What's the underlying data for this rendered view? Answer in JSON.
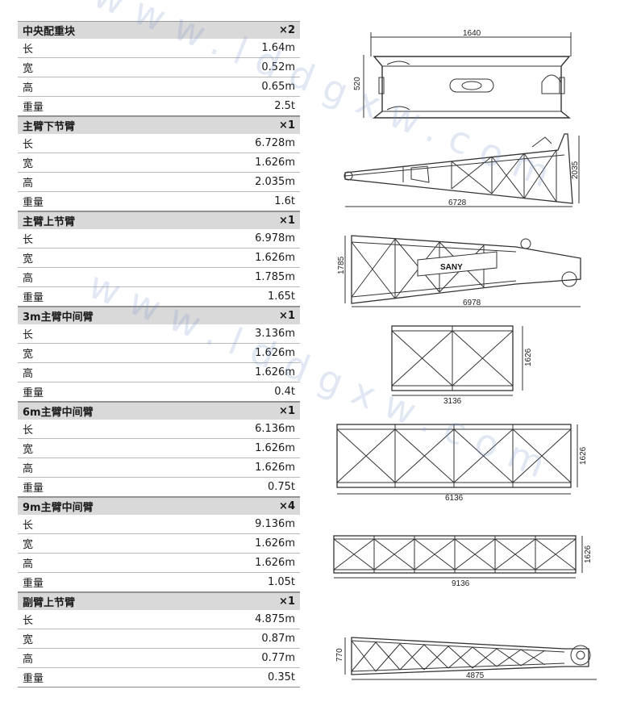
{
  "sections": [
    {
      "title": "中央配重块",
      "qty": "×2",
      "rows": [
        {
          "label": "长",
          "value": "1.64m"
        },
        {
          "label": "宽",
          "value": "0.52m"
        },
        {
          "label": "高",
          "value": "0.65m"
        },
        {
          "label": "重量",
          "value": "2.5t"
        }
      ],
      "dims": {
        "length": "1640",
        "height": "520"
      }
    },
    {
      "title": "主臂下节臂",
      "qty": "×1",
      "rows": [
        {
          "label": "长",
          "value": "6.728m"
        },
        {
          "label": "宽",
          "value": "1.626m"
        },
        {
          "label": "高",
          "value": "2.035m"
        },
        {
          "label": "重量",
          "value": "1.6t"
        }
      ],
      "dims": {
        "length": "6728",
        "height": "2035"
      }
    },
    {
      "title": "主臂上节臂",
      "qty": "×1",
      "rows": [
        {
          "label": "长",
          "value": "6.978m"
        },
        {
          "label": "宽",
          "value": "1.626m"
        },
        {
          "label": "高",
          "value": "1.785m"
        },
        {
          "label": "重量",
          "value": "1.65t"
        }
      ],
      "dims": {
        "length": "6978",
        "height": "1785"
      },
      "logo": "SANY"
    },
    {
      "title": "3m主臂中间臂",
      "qty": "×1",
      "rows": [
        {
          "label": "长",
          "value": "3.136m"
        },
        {
          "label": "宽",
          "value": "1.626m"
        },
        {
          "label": "高",
          "value": "1.626m"
        },
        {
          "label": "重量",
          "value": "0.4t"
        }
      ],
      "dims": {
        "length": "3136",
        "height": "1626"
      }
    },
    {
      "title": "6m主臂中间臂",
      "qty": "×1",
      "rows": [
        {
          "label": "长",
          "value": "6.136m"
        },
        {
          "label": "宽",
          "value": "1.626m"
        },
        {
          "label": "高",
          "value": "1.626m"
        },
        {
          "label": "重量",
          "value": "0.75t"
        }
      ],
      "dims": {
        "length": "6136",
        "height": "1626"
      }
    },
    {
      "title": "9m主臂中间臂",
      "qty": "×4",
      "rows": [
        {
          "label": "长",
          "value": "9.136m"
        },
        {
          "label": "宽",
          "value": "1.626m"
        },
        {
          "label": "高",
          "value": "1.626m"
        },
        {
          "label": "重量",
          "value": "1.05t"
        }
      ],
      "dims": {
        "length": "9136",
        "height": "1626"
      }
    },
    {
      "title": "副臂上节臂",
      "qty": "×1",
      "rows": [
        {
          "label": "长",
          "value": "4.875m"
        },
        {
          "label": "宽",
          "value": "0.87m"
        },
        {
          "label": "高",
          "value": "0.77m"
        },
        {
          "label": "重量",
          "value": "0.35t"
        }
      ],
      "dims": {
        "length": "4875",
        "height": "770"
      }
    }
  ],
  "watermark": "www.lddgxw.com",
  "colors": {
    "header_bg": "#d9d9d9",
    "line": "#333333",
    "watermark": "#7896c8"
  }
}
